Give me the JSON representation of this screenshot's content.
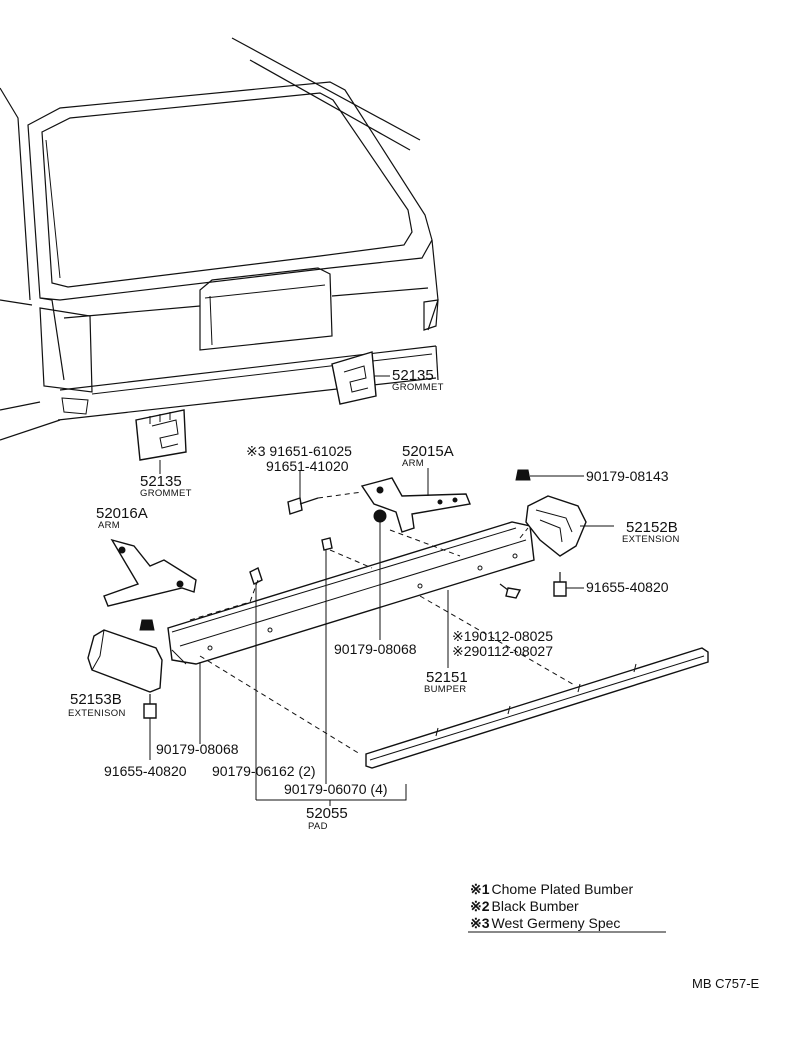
{
  "parts": {
    "grommet_right": {
      "number": "52135",
      "name": "GROMMET"
    },
    "grommet_left": {
      "number": "52135",
      "name": "GROMMET"
    },
    "bolt_91651": {
      "number_alt": "※3 91651-61025",
      "number": "91651-41020"
    },
    "arm_right": {
      "number": "52015A",
      "name": "ARM"
    },
    "arm_left": {
      "number": "52016A",
      "name": "ARM"
    },
    "nut_top": {
      "number": "90179-08143"
    },
    "extension_right": {
      "number": "52152B",
      "name": "EXTENSION"
    },
    "bolt_right": {
      "number": "91655-40820"
    },
    "nut_center": {
      "number": "90179-08068"
    },
    "bumper_bolt_1": {
      "number": "※190112-08025"
    },
    "bumper_bolt_2": {
      "number": "※290112-08027"
    },
    "bumper": {
      "number": "52151",
      "name": "BUMPER"
    },
    "extension_left": {
      "number": "52153B",
      "name": "EXTENISON"
    },
    "bolt_left": {
      "number": "91655-40820"
    },
    "nut_left": {
      "number": "90179-08068"
    },
    "clip_small": {
      "number": "90179-06162 (2)"
    },
    "clip_pad": {
      "number": "90179-06070 (4)"
    },
    "pad": {
      "number": "52055",
      "name": "PAD"
    }
  },
  "legend": [
    {
      "mark": "※1",
      "text": "Chome Plated Bumber"
    },
    {
      "mark": "※2",
      "text": "Black Bumber"
    },
    {
      "mark": "※3",
      "text": "West Germeny Spec"
    }
  ],
  "drawing_code": "MB C757-E"
}
